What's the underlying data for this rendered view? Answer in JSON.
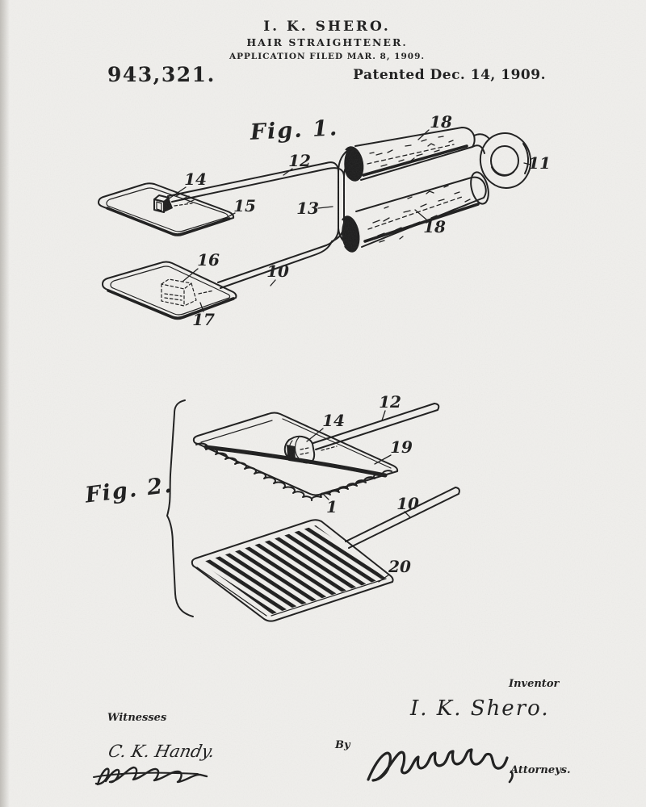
{
  "page": {
    "paper_color": "#f0efec",
    "ink_color": "#1b1b1b"
  },
  "header": {
    "inventor_line": "I. K. SHERO.",
    "title_line": "HAIR STRAIGHTENER.",
    "application_line": "APPLICATION FILED MAR. 8, 1909.",
    "patent_number": "943,321.",
    "patented_line": "Patented Dec. 14, 1909."
  },
  "figure1": {
    "label": "Fig. 1.",
    "ref_labels": [
      {
        "text": "14"
      },
      {
        "text": "15"
      },
      {
        "text": "12"
      },
      {
        "text": "13"
      },
      {
        "text": "18"
      },
      {
        "text": "11"
      },
      {
        "text": "18"
      },
      {
        "text": "16"
      },
      {
        "text": "10"
      },
      {
        "text": "17"
      }
    ]
  },
  "figure2": {
    "label": "Fig. 2.",
    "ref_labels": [
      {
        "text": "12"
      },
      {
        "text": "14"
      },
      {
        "text": "19"
      },
      {
        "text": "1"
      },
      {
        "text": "10"
      },
      {
        "text": "20"
      }
    ]
  },
  "signatures": {
    "witnesses_heading": "Witnesses",
    "witness1": "C. K. Handy.",
    "inventor_heading": "Inventor",
    "inventor_signature": "I. K. Shero.",
    "by_label": "By",
    "attorneys_label": "Attorneys."
  }
}
